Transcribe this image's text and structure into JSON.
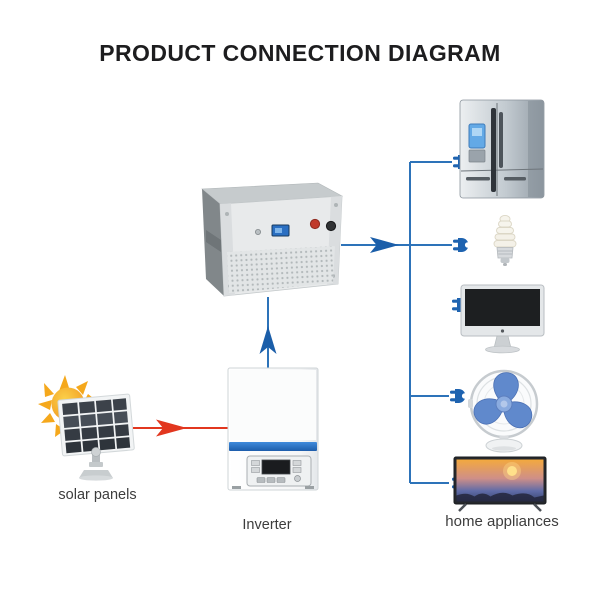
{
  "title": "PRODUCT CONNECTION DIAGRAM",
  "colors": {
    "line_blue": "#2d73b9",
    "arrow_blue": "#1b5ea9",
    "plug_blue": "#1e63b0",
    "line_red": "#e2371f",
    "title_text": "#1d1d1f",
    "label_text": "#3d3d3d"
  },
  "nodes": {
    "solar_panels": {
      "label": "solar panels",
      "icon": "solar-panel-icon"
    },
    "inverter": {
      "label": "Inverter",
      "icon": "inverter-icon"
    },
    "battery_cabinet": {
      "icon": "battery-cabinet-icon"
    },
    "home_appliances": {
      "label": "home appliances",
      "items": [
        {
          "name": "refrigerator",
          "icon": "refrigerator-icon"
        },
        {
          "name": "cfl-bulb",
          "icon": "cfl-bulb-icon"
        },
        {
          "name": "computer-monitor",
          "icon": "computer-monitor-icon"
        },
        {
          "name": "desk-fan",
          "icon": "desk-fan-icon"
        },
        {
          "name": "television",
          "icon": "television-icon"
        }
      ]
    }
  },
  "connections": [
    {
      "from": "solar-panels",
      "to": "inverter",
      "style": "red-arrow"
    },
    {
      "from": "inverter",
      "to": "battery-cabinet",
      "style": "blue-arrow-up"
    },
    {
      "from": "battery-cabinet",
      "to": "home-appliances",
      "style": "blue-arrow-branching-to-plugs"
    }
  ]
}
